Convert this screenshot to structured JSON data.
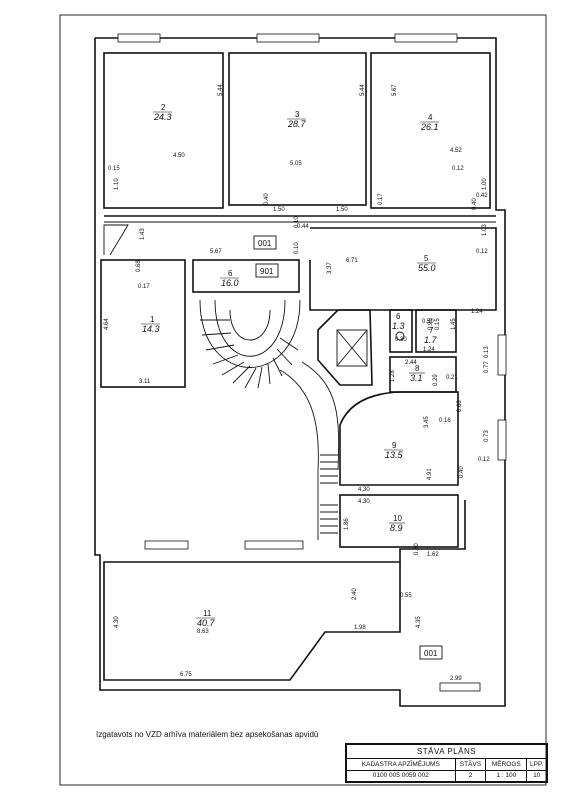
{
  "rooms": [
    {
      "number": "1",
      "area": "14.3"
    },
    {
      "number": "2",
      "area": "24.3"
    },
    {
      "number": "3",
      "area": "28.7"
    },
    {
      "number": "4",
      "area": "26.1"
    },
    {
      "number": "5",
      "area": "55.0"
    },
    {
      "number": "6",
      "area": "16.0"
    },
    {
      "number": "6",
      "area": "1.3"
    },
    {
      "number": "7",
      "area": "1.7"
    },
    {
      "number": "8",
      "area": "3.1"
    },
    {
      "number": "9",
      "area": "13.5"
    },
    {
      "number": "10",
      "area": "8.9"
    },
    {
      "number": "11",
      "area": "40.7"
    }
  ],
  "tags": [
    "001",
    "901",
    "001"
  ],
  "dims": {
    "d544a": "5.44",
    "d544b": "5.44",
    "d567a": "5.67",
    "d015": "0.15",
    "d450": "4.50",
    "d110": "1.10",
    "d505": "5.05",
    "d452": "4.52",
    "d012a": "0.12",
    "d100": "1.00",
    "d042": "0.42",
    "d040a": "0.40",
    "d150a": "1.50",
    "d150b": "1.50",
    "d017": "0.17",
    "d040b": "0.40",
    "d010a": "0.10",
    "d044": "0.44",
    "d143": "1.43",
    "d567b": "5.67",
    "d010b": "0.10",
    "d337": "3.37",
    "d671": "6.71",
    "d103": "1.03",
    "d012b": "0.12",
    "d068a": "0.68",
    "d017b": "0.17",
    "d464": "4.64",
    "d311": "3.11",
    "d124": "1.24",
    "d050": "0.50",
    "d095": "0.95",
    "d015b": "0.15",
    "d145": "1.45",
    "d030": "0.30",
    "d124b": "1.24",
    "d244": "2.44",
    "d013": "0.13",
    "d128": "1.28",
    "d029": "0.29",
    "d021": "0.21",
    "d077": "0.77",
    "d068b": "0.68",
    "d345": "3.45",
    "d016": "0.16",
    "d073": "0.73",
    "d012c": "0.12",
    "d491": "4.91",
    "d040c": "0.40",
    "d430a": "4.30",
    "d430b": "4.30",
    "d186": "1.86",
    "d030b": "0.30",
    "d162": "1.62",
    "d240": "2.40",
    "d055": "0.55",
    "d430c": "4.30",
    "d863": "8.63",
    "d198": "1.98",
    "d435": "4.35",
    "d675": "6.75",
    "d299": "2.99"
  },
  "note": "Izgatavots no VZD arhīva materiālem bez apsekošanas apvidū",
  "title_block": {
    "title": "STĀVA PLĀNS",
    "col1_header": "KADASTRA APZĪMĒJUMS",
    "col2_header": "STĀVS",
    "col3_header": "MĒROGS",
    "col4_header": "LPP.",
    "cadastre": "0100 005 0059 002",
    "floor": "2",
    "scale": "1 : 100",
    "page": "10"
  }
}
